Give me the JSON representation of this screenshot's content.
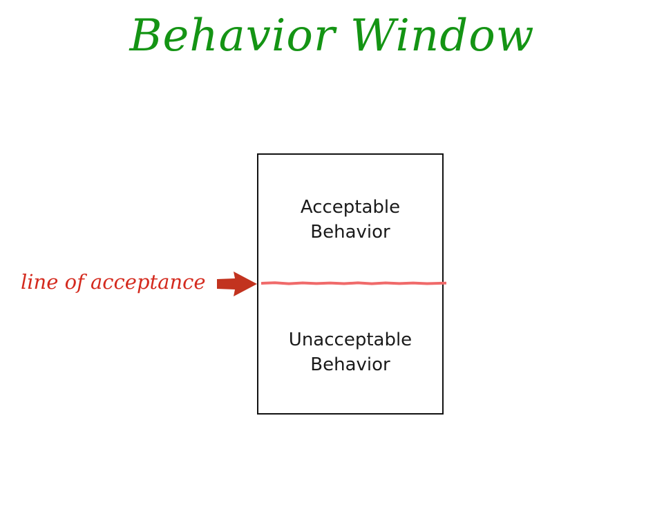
{
  "title": "Behavior Window",
  "window": {
    "top_label_line1": "Acceptable",
    "top_label_line2": "Behavior",
    "bottom_label_line1": "Unacceptable",
    "bottom_label_line2": "Behavior"
  },
  "line_label": "line of acceptance",
  "colors": {
    "title": "#149414",
    "accent_red": "#d42a1e",
    "line": "#f06a6a",
    "arrow": "#c2331f",
    "box_border": "#111111"
  },
  "icons": {
    "arrow": "right-arrow-icon"
  }
}
